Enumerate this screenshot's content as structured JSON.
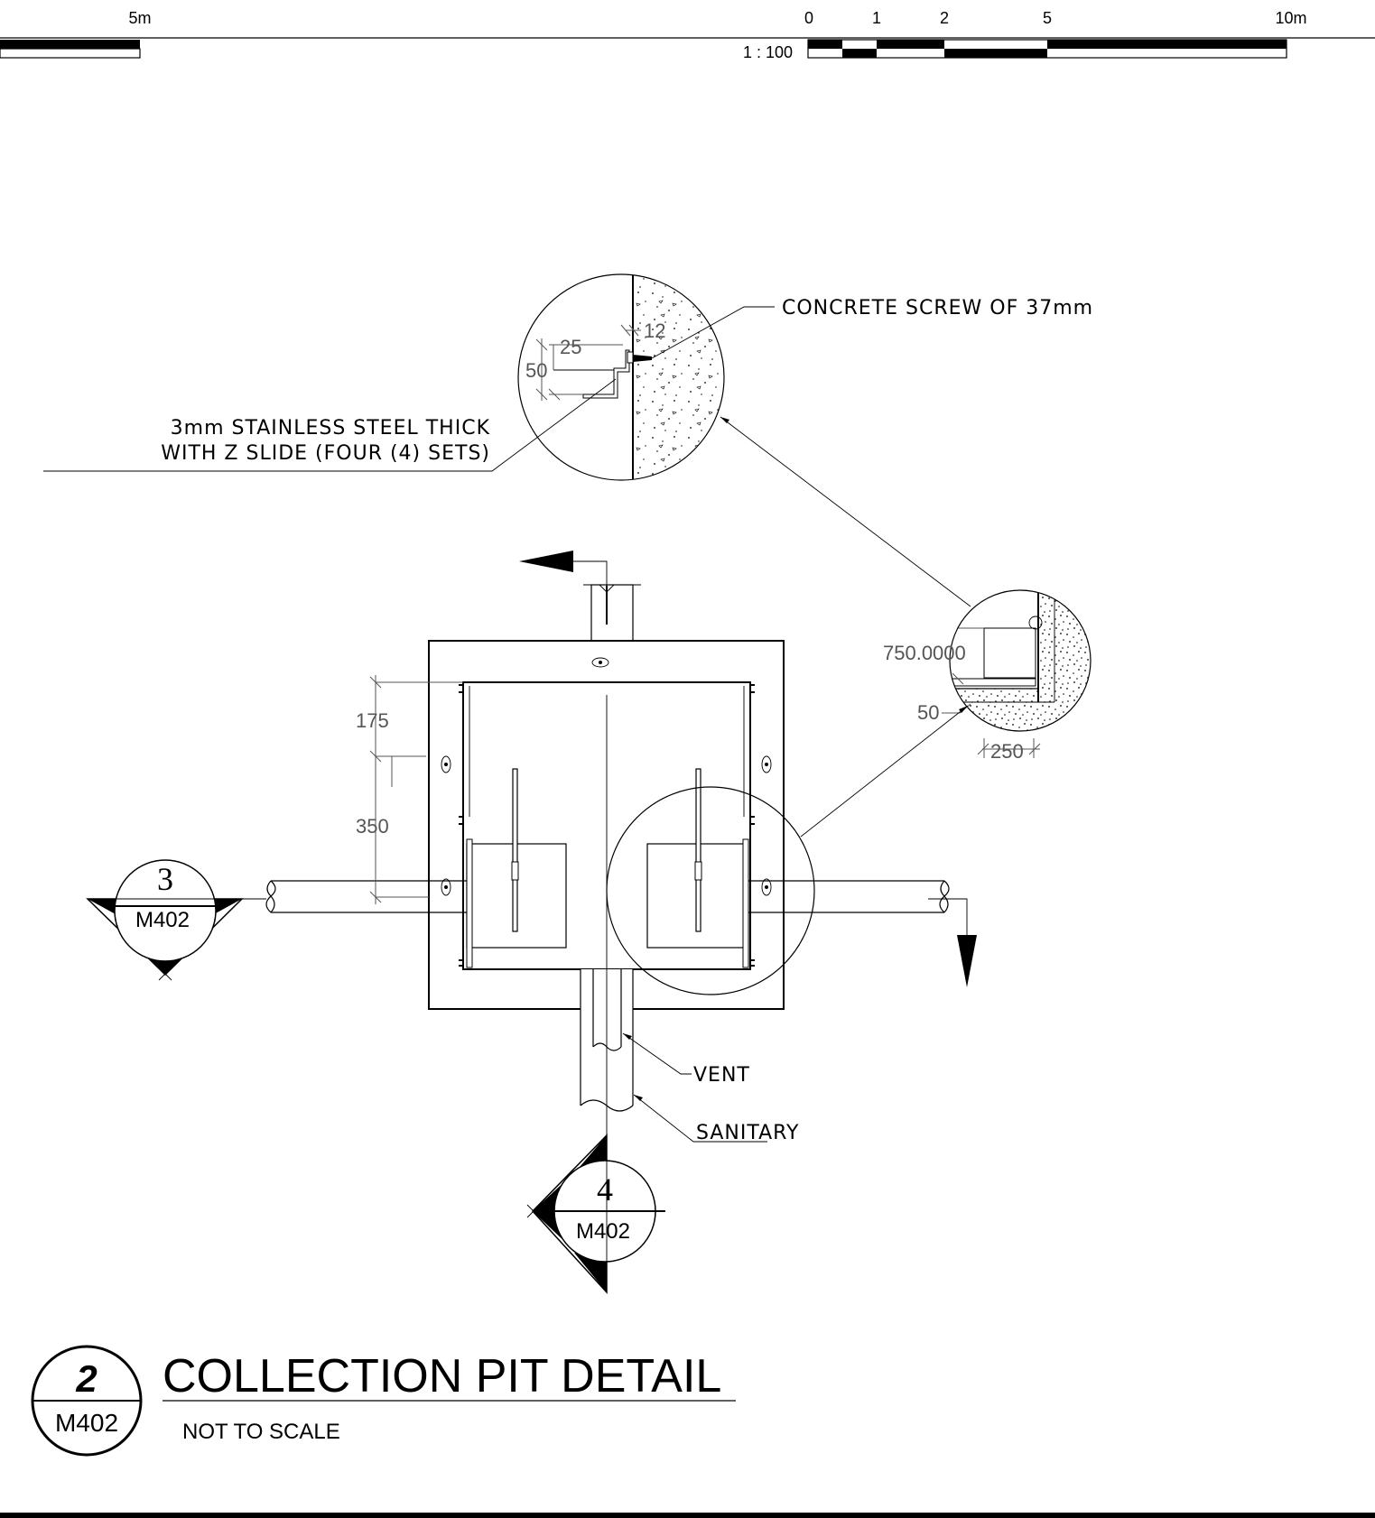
{
  "scale_bar_left": {
    "end_label": "5m"
  },
  "scale_bar_right": {
    "ratio": "1 : 100",
    "ticks": [
      "0",
      "1",
      "2",
      "5",
      "10m"
    ]
  },
  "callouts": {
    "concrete_screw": "CONCRETE SCREW OF 37mm",
    "stainless_line1": "3mm STAINLESS STEEL THICK",
    "stainless_line2": "WITH Z SLIDE (FOUR (4) SETS)",
    "vent": "VENT",
    "sanitary": "SANITARY"
  },
  "detail_top_dims": {
    "d1": "12",
    "d2": "25",
    "d3": "50"
  },
  "detail_right_dims": {
    "d1": "750.0000",
    "d2": "50",
    "d3": "250"
  },
  "plan_dims": {
    "d1": "175",
    "d2": "350"
  },
  "section_markers": [
    {
      "number": "3",
      "sheet": "M402"
    },
    {
      "number": "4",
      "sheet": "M402"
    }
  ],
  "title_block": {
    "number": "2",
    "sheet": "M402",
    "title": "COLLECTION PIT DETAIL",
    "subtitle": "NOT TO SCALE"
  }
}
